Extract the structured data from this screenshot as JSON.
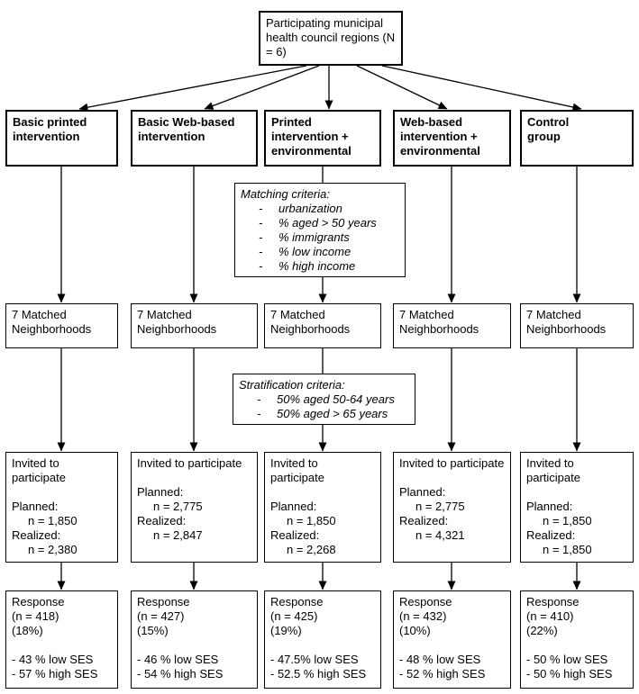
{
  "colors": {
    "background": "#ffffff",
    "box_border": "#000000",
    "text": "#000000"
  },
  "bullet": "-",
  "top_box": {
    "text": "Participating municipal health council regions (N = 6)"
  },
  "matching_criteria": {
    "title": "Matching criteria:",
    "items": [
      "urbanization",
      "% aged > 50 years",
      "% immigrants",
      "% low income",
      "% high income"
    ]
  },
  "stratification_criteria": {
    "title": "Stratification criteria:",
    "items": [
      "50% aged 50-64 years",
      "50% aged > 65 years"
    ]
  },
  "columns": [
    {
      "intervention": "Basic printed intervention",
      "neighborhoods": "7 Matched Neighborhoods",
      "invited": {
        "title": "Invited to participate",
        "planned_label": "Planned:",
        "planned_value": "n = 1,850",
        "realized_label": "Realized:",
        "realized_value": "n = 2,380"
      },
      "response": {
        "title": "Response",
        "n": "(n = 418)",
        "pct": "(18%)",
        "low_ses": "- 43 % low SES",
        "high_ses": "- 57 % high SES"
      }
    },
    {
      "intervention": "Basic Web-based intervention",
      "neighborhoods": "7 Matched Neighborhoods",
      "invited": {
        "title": "Invited to participate",
        "planned_label": "Planned:",
        "planned_value": "n = 2,775",
        "realized_label": "Realized:",
        "realized_value": "n = 2,847"
      },
      "response": {
        "title": "Response",
        "n": "(n = 427)",
        "pct": "(15%)",
        "low_ses": "- 46 % low SES",
        "high_ses": "- 54 % high SES"
      }
    },
    {
      "intervention": "Printed intervention + environmental",
      "neighborhoods": "7 Matched Neighborhoods",
      "invited": {
        "title": "Invited to participate",
        "planned_label": "Planned:",
        "planned_value": "n = 1,850",
        "realized_label": "Realized:",
        "realized_value": "n = 2,268"
      },
      "response": {
        "title": "Response",
        "n": "(n = 425)",
        "pct": "(19%)",
        "low_ses": "- 47.5% low SES",
        "high_ses": "- 52.5 % high SES"
      }
    },
    {
      "intervention": "Web-based intervention + environmental",
      "neighborhoods": "7 Matched Neighborhoods",
      "invited": {
        "title": "Invited to participate",
        "planned_label": "Planned:",
        "planned_value": "n = 2,775",
        "realized_label": "Realized:",
        "realized_value": "n = 4,321"
      },
      "response": {
        "title": "Response",
        "n": "(n = 432)",
        "pct": "(10%)",
        "low_ses": "- 48 % low SES",
        "high_ses": "- 52 % high SES"
      }
    },
    {
      "intervention": "Control group",
      "neighborhoods": "7 Matched Neighborhoods",
      "invited": {
        "title": "Invited to participate",
        "planned_label": "Planned:",
        "planned_value": "n = 1,850",
        "realized_label": "Realized:",
        "realized_value": "n = 1,850"
      },
      "response": {
        "title": "Response",
        "n": "(n = 410)",
        "pct": "(22%)",
        "low_ses": "- 50 % low SES",
        "high_ses": "- 50 % high SES"
      }
    }
  ]
}
